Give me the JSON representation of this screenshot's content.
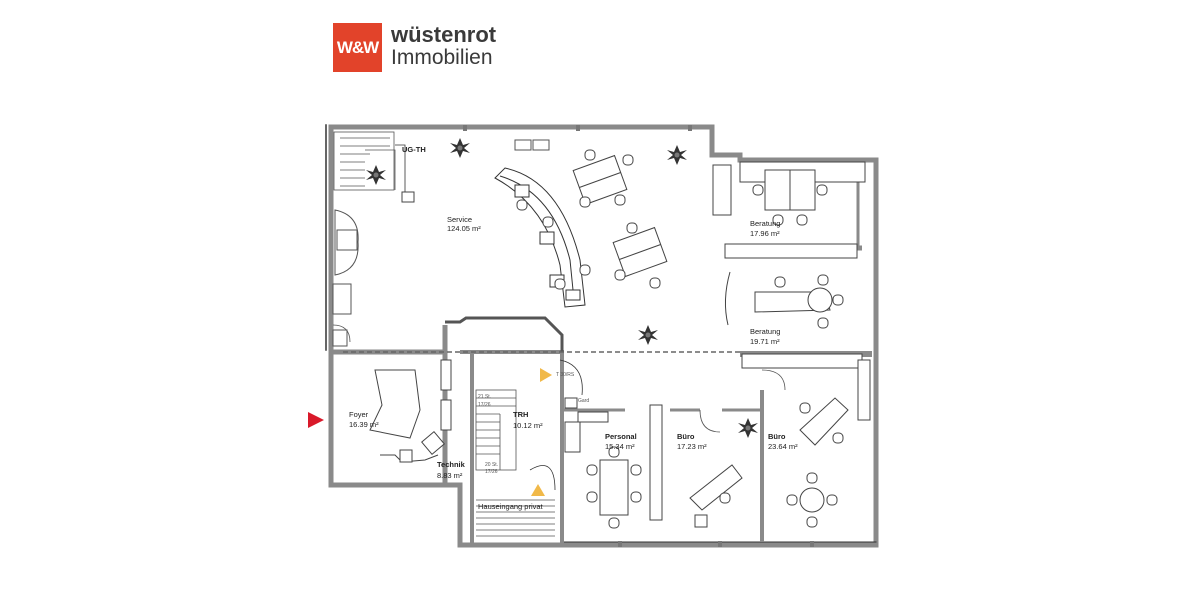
{
  "brand": {
    "logo_mark": "W&W",
    "name": "wüstenrot",
    "subtitle": "Immobilien",
    "color": "#e2432a"
  },
  "plan": {
    "rooms": {
      "service": {
        "name": "Service",
        "area": "124.05 m²"
      },
      "beratung1": {
        "name": "Beratung",
        "area": "17.96 m²"
      },
      "beratung2": {
        "name": "Beratung",
        "area": "19.71 m²"
      },
      "foyer": {
        "name": "Foyer",
        "area": "16.39 m²"
      },
      "trh": {
        "name": "TRH",
        "area": "10.12 m²"
      },
      "technik": {
        "name": "Technik",
        "area": "8.83 m²"
      },
      "personal": {
        "name": "Personal",
        "area": "15.34 m²"
      },
      "buero1": {
        "name": "Büro",
        "area": "17.23 m²"
      },
      "buero2": {
        "name": "Büro",
        "area": "23.64 m²"
      }
    },
    "labels": {
      "ug_th": "UG-TH",
      "hauseingang": "Hauseingang privat",
      "door_tag": "T 30/RS",
      "gard": "Gard",
      "stair1": "21 St.",
      "stair2": "17/26",
      "stair3": "20 St.",
      "stair4": "17/26"
    },
    "colors": {
      "walls": "#8a8a8a",
      "entrance_marker": "#d9192a",
      "triangle_marker": "#f1b949"
    },
    "icons": [
      "entrance-arrow-icon",
      "warning-triangle-icon",
      "plant-icon"
    ]
  }
}
